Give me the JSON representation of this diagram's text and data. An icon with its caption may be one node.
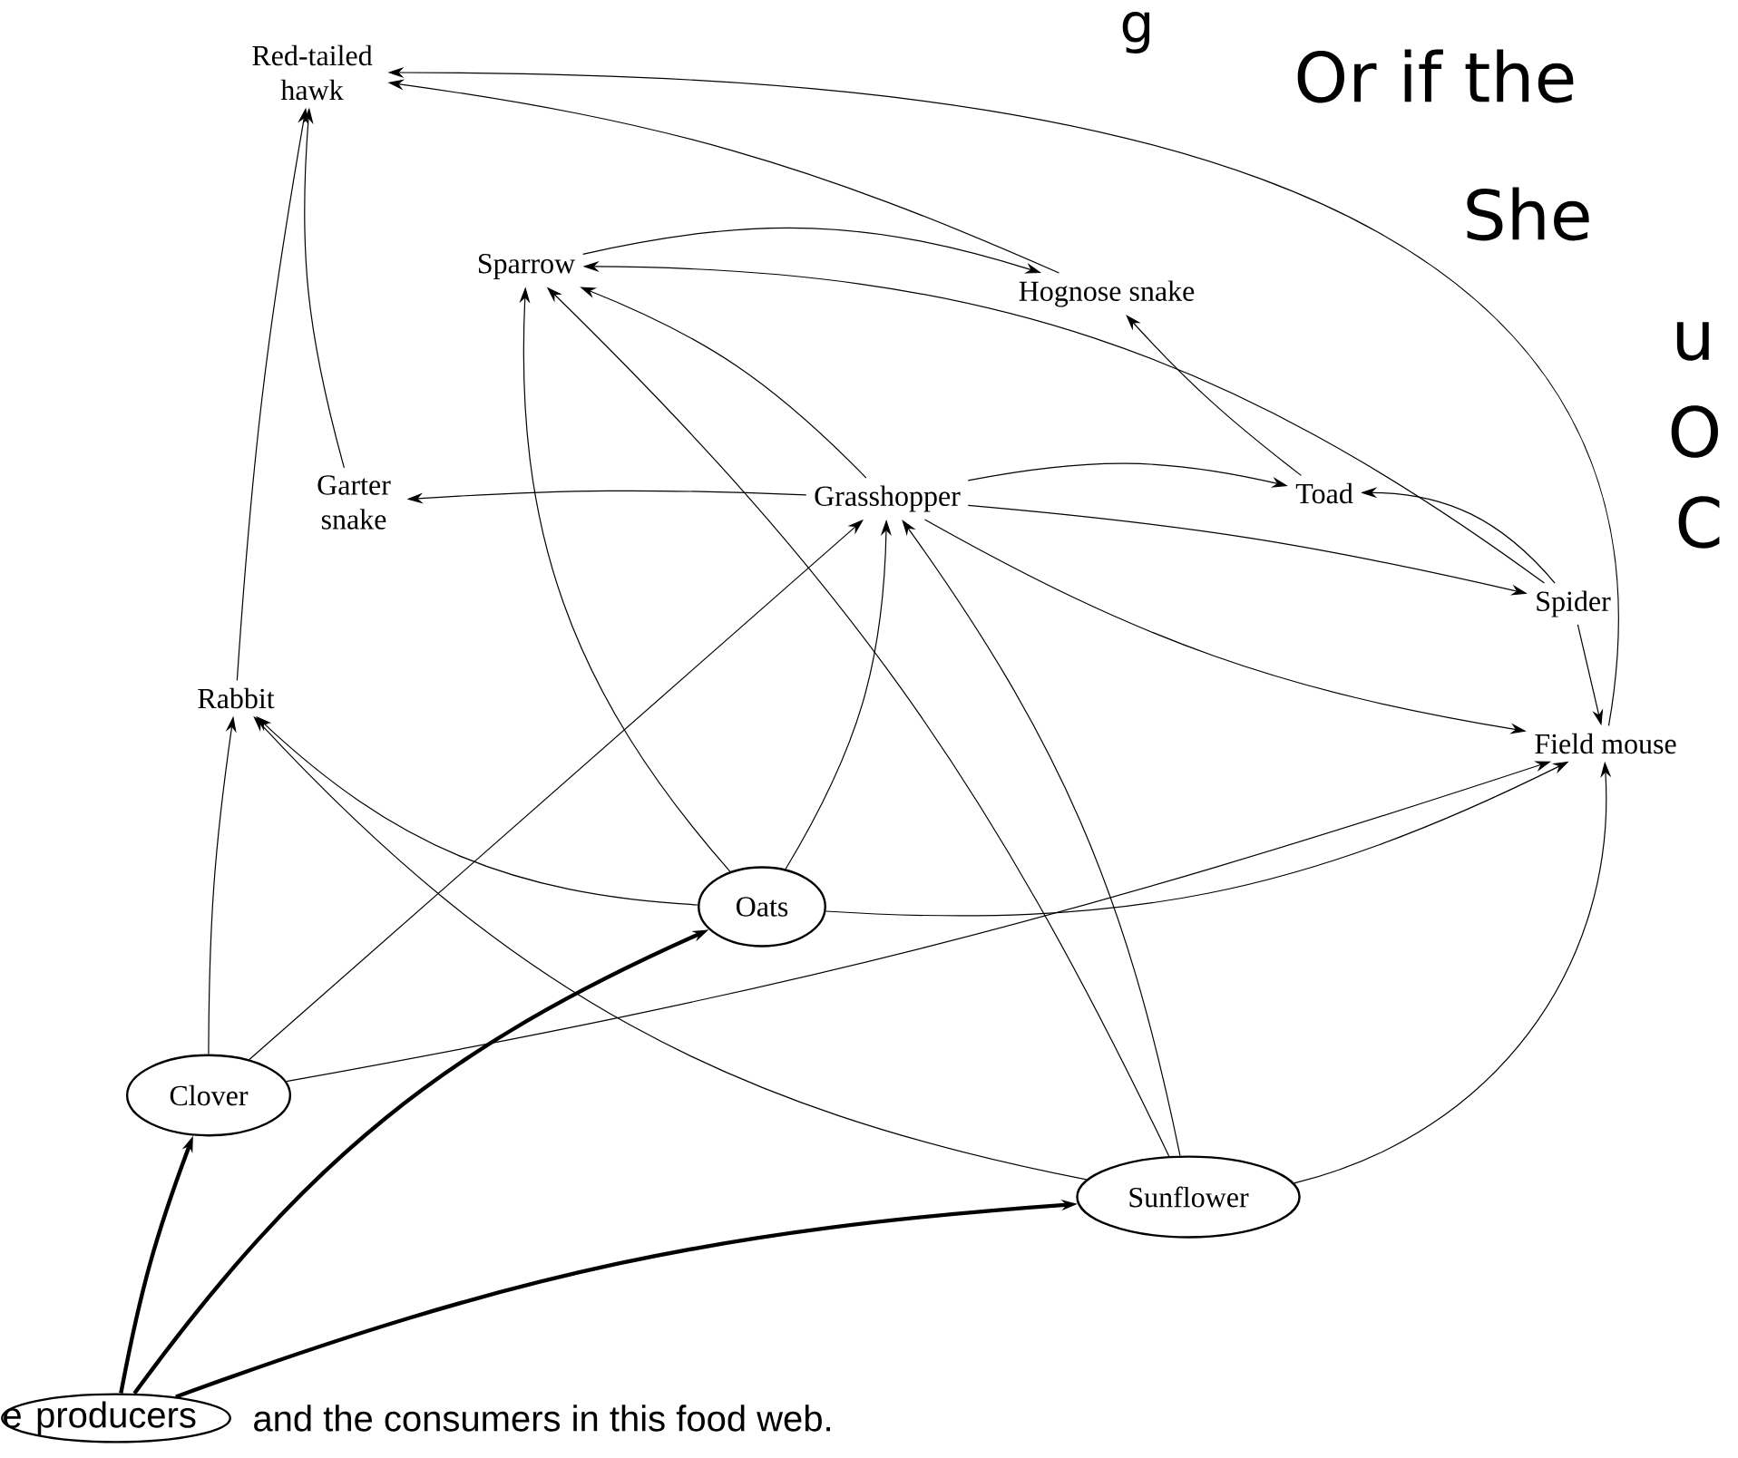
{
  "diagram": {
    "nodes": [
      {
        "text": [
          "Red-tailed hawk"
        ]
      },
      {
        "text": [
          "Hognose snake"
        ]
      },
      {
        "text": [
          "Sparrow"
        ]
      },
      {
        "text": [
          "Garter snake"
        ]
      },
      {
        "text": [
          "Grasshopper"
        ]
      },
      {
        "text": [
          "Toad"
        ]
      },
      {
        "text": [
          "Spider"
        ]
      },
      {
        "text": [
          "Rabbit"
        ]
      },
      {
        "text": [
          "Field mouse"
        ]
      },
      {
        "text": [
          "Oats"
        ]
      },
      {
        "text": [
          "Clover"
        ]
      },
      {
        "text": [
          "Sunflower"
        ]
      },
      {
        "text": [
          "producers"
        ]
      }
    ],
    "edges": [
      {
        "from": 1,
        "to": 0,
        "arrow": "to"
      },
      {
        "from": 8,
        "to": 0,
        "arrow": "to"
      },
      {
        "from": 2,
        "to": 1,
        "arrow": "to"
      },
      {
        "from": 6,
        "to": 2,
        "arrow": "to"
      },
      {
        "from": 5,
        "to": 1,
        "arrow": "to"
      },
      {
        "from": 6,
        "to": 5,
        "arrow": "to"
      },
      {
        "from": 3,
        "to": 0,
        "arrow": "to"
      },
      {
        "from": 7,
        "to": 0,
        "arrow": "to"
      },
      {
        "from": 4,
        "to": 2,
        "arrow": "to"
      },
      {
        "from": 4,
        "to": 3,
        "arrow": "to"
      },
      {
        "from": 4,
        "to": 5,
        "arrow": "to"
      },
      {
        "from": 4,
        "to": 6,
        "arrow": "to"
      },
      {
        "from": 4,
        "to": 8,
        "arrow": "to"
      },
      {
        "from": 6,
        "to": 8,
        "arrow": "to"
      },
      {
        "from": 9,
        "to": 2,
        "arrow": "to"
      },
      {
        "from": 11,
        "to": 2,
        "arrow": "to"
      },
      {
        "from": 10,
        "to": 4,
        "arrow": "to"
      },
      {
        "from": 9,
        "to": 4,
        "arrow": "to"
      },
      {
        "from": 11,
        "to": 4,
        "arrow": "to"
      },
      {
        "from": 10,
        "to": 7,
        "arrow": "to"
      },
      {
        "from": 9,
        "to": 7,
        "arrow": "to"
      },
      {
        "from": 11,
        "to": 7,
        "arrow": "to"
      },
      {
        "from": 9,
        "to": 8,
        "arrow": "to"
      },
      {
        "from": 10,
        "to": 8,
        "arrow": "to"
      },
      {
        "from": 11,
        "to": 8,
        "arrow": "to"
      },
      {
        "from": 12,
        "to": 10,
        "arrow": "to",
        "style": "thick"
      },
      {
        "from": 12,
        "to": 9,
        "arrow": "to",
        "style": "thick"
      },
      {
        "from": 12,
        "to": 11,
        "arrow": "to",
        "style": "thick"
      }
    ],
    "labels": [
      "g",
      "Or if the",
      "She",
      "u",
      "O",
      "C",
      "e",
      "and the consumers in this food web."
    ]
  }
}
